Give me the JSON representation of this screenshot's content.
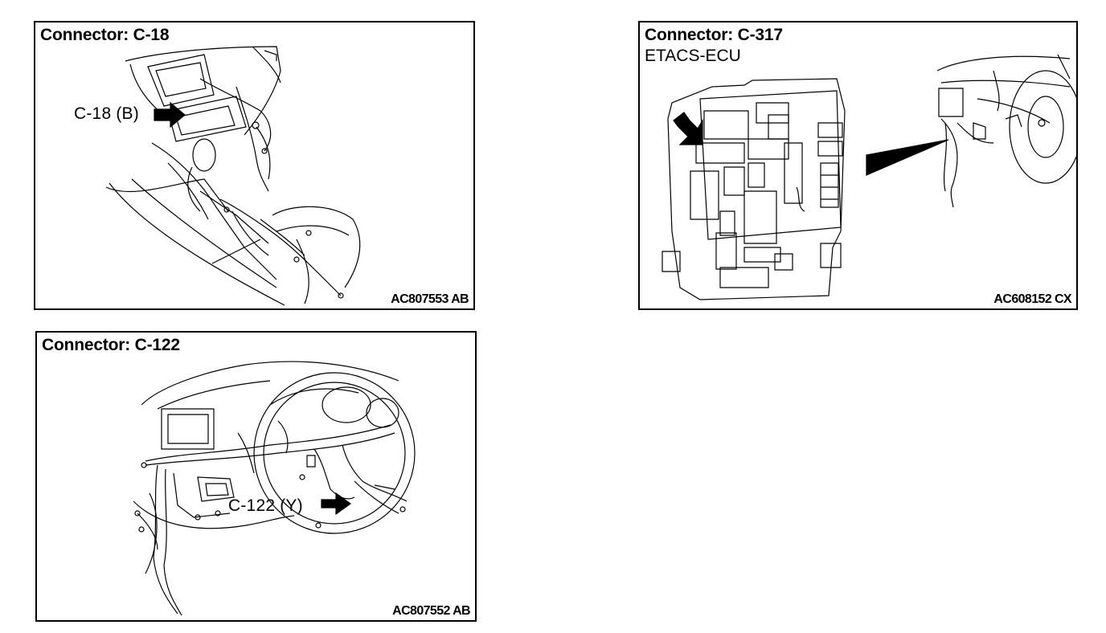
{
  "panels": {
    "c18": {
      "title": "Connector: C-18",
      "callout": "C-18 (B)",
      "code": "AC807553 AB",
      "icons": [
        "arrow-right-icon"
      ]
    },
    "c317": {
      "title": "Connector: C-317",
      "subtitle": "ETACS-ECU",
      "code": "AC608152 CX",
      "icons": [
        "arrow-down-right-icon",
        "wedge-pointer-icon"
      ]
    },
    "c122": {
      "title": "Connector: C-122",
      "callout": "C-122 (Y)",
      "code": "AC807552 AB",
      "icons": [
        "arrow-right-icon"
      ]
    }
  }
}
